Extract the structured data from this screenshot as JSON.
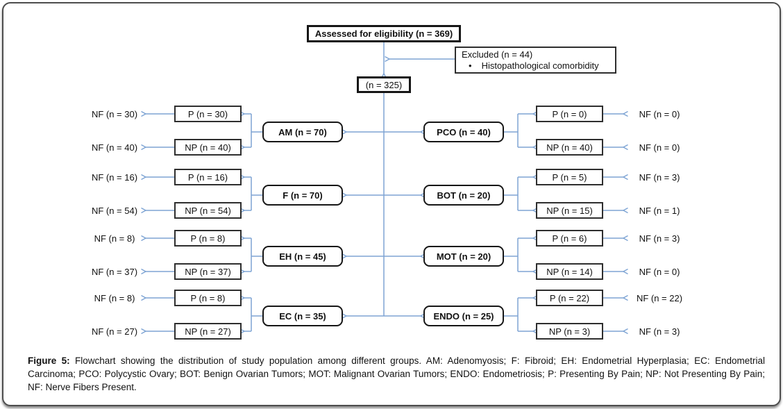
{
  "diagram": {
    "assessed": "Assessed for eligibility (n = 369)",
    "excluded": {
      "title": "Excluded (n = 44)",
      "bullet": "Histopathological comorbidity"
    },
    "included": "(n = 325)",
    "rows": [
      {
        "left": {
          "nf_p": "NF (n = 30)",
          "p": "P (n = 30)",
          "group": "AM (n = 70)",
          "np": "NP (n = 40)",
          "nf_np": "NF (n = 40)"
        },
        "right": {
          "group": "PCO (n = 40)",
          "p": "P (n = 0)",
          "nf_p": "NF (n = 0)",
          "np": "NP (n = 40)",
          "nf_np": "NF (n = 0)"
        }
      },
      {
        "left": {
          "nf_p": "NF (n = 16)",
          "p": "P (n = 16)",
          "group": "F (n = 70)",
          "np": "NP (n = 54)",
          "nf_np": "NF (n = 54)"
        },
        "right": {
          "group": "BOT (n = 20)",
          "p": "P (n = 5)",
          "nf_p": "NF (n = 3)",
          "np": "NP (n = 15)",
          "nf_np": "NF (n = 1)"
        }
      },
      {
        "left": {
          "nf_p": "NF (n = 8)",
          "p": "P (n = 8)",
          "group": "EH (n = 45)",
          "np": "NP (n = 37)",
          "nf_np": "NF (n = 37)"
        },
        "right": {
          "group": "MOT (n = 20)",
          "p": "P (n = 6)",
          "nf_p": "NF (n = 3)",
          "np": "NP (n = 14)",
          "nf_np": "NF (n = 0)"
        }
      },
      {
        "left": {
          "nf_p": "NF (n = 8)",
          "p": "P (n = 8)",
          "group": "EC (n = 35)",
          "np": "NP (n = 27)",
          "nf_np": "NF (n = 27)"
        },
        "right": {
          "group": "ENDO (n = 25)",
          "p": "P (n = 22)",
          "nf_p": "NF (n = 22)",
          "np": "NP (n = 3)",
          "nf_np": "NF (n = 3)"
        }
      }
    ]
  },
  "caption": {
    "label": "Figure 5:",
    "text": " Flowchart showing the distribution of study population among different groups. AM: Adenomyosis; F: Fibroid; EH: Endometrial Hyperplasia; EC: Endometrial Carcinoma; PCO: Polycystic Ovary; BOT: Benign Ovarian Tumors; MOT: Malignant Ovarian Tumors; ENDO: Endometriosis; P: Presenting By Pain; NP: Not Presenting By Pain; NF: Nerve Fibers Present."
  },
  "colors": {
    "arrow": "#7ea4d4",
    "box_border": "#161616"
  }
}
